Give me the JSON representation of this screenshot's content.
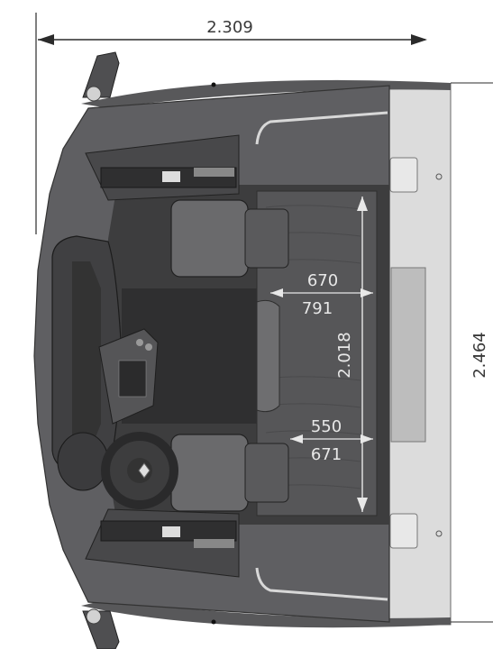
{
  "diagram": {
    "overall_width": "2.309",
    "overall_length": "2.464",
    "bunk_length": "2.018",
    "upper_bunk_width_a": "670",
    "upper_bunk_width_b": "791",
    "lower_bunk_width_a": "550",
    "lower_bunk_width_b": "671"
  },
  "colors": {
    "cab_dark": "#4a4a4c",
    "cab_mid": "#6b6b6e",
    "floor": "#3a3a3b",
    "bunk": "#5c5c5e",
    "panel_light": "#d9d9d9",
    "dimension_line": "#2b2b2b",
    "dimension_text": "#3a3a3a"
  },
  "icons": {
    "brand_logo": "renault-diamond-icon"
  }
}
